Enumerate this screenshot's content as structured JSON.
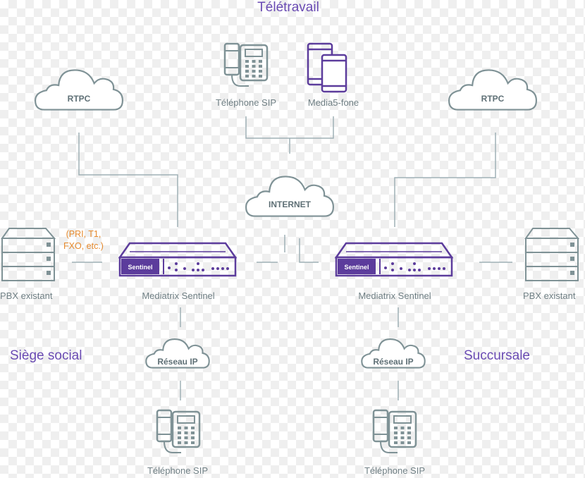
{
  "colors": {
    "line": "#9fb0b5",
    "cloud": "#7f9296",
    "device": "#5c3c9c",
    "title": "#6a4bb3",
    "note": "#e68a2e"
  },
  "titles": {
    "teletravail": "Télétravail",
    "siege": "Siège social",
    "succursale": "Succursale"
  },
  "clouds": {
    "rtpc_left": "RTPC",
    "rtpc_right": "RTPC",
    "internet": "INTERNET",
    "reseau_left": "Réseau IP",
    "reseau_right": "Réseau IP"
  },
  "labels": {
    "telephone_sip_top": "Téléphone SIP",
    "media5": "Media5-fone",
    "pbx_left": "PBX existant",
    "pbx_right": "PBX existant",
    "mediatrix_left": "Mediatrix Sentinel",
    "mediatrix_right": "Mediatrix Sentinel",
    "telephone_sip_bottom_left": "Téléphone SIP",
    "telephone_sip_bottom_right": "Téléphone SIP"
  },
  "note": {
    "line1": "(PRI, T1,",
    "line2": "FXO, etc.)"
  },
  "device_brand": "Sentinel",
  "icons": {
    "cloud": "cloud-icon",
    "desk_phone": "desk-phone-icon",
    "mobile": "mobile-devices-icon",
    "server": "server-icon",
    "gateway": "gateway-device-icon"
  }
}
